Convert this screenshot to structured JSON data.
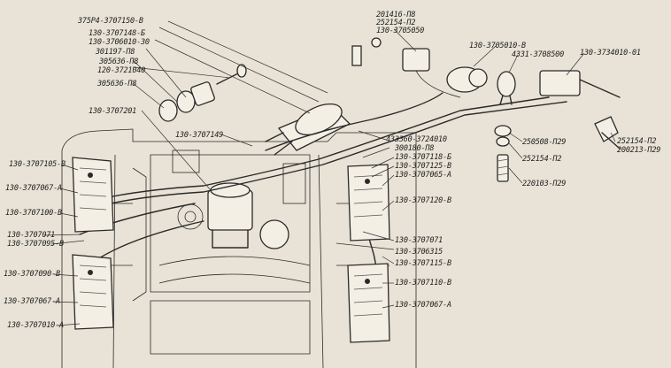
{
  "labels": {
    "top1": "375Р4-3707150-В",
    "top2": "130-3707148-Б",
    "top3": "130-3706010-30",
    "top4": "301197-П8",
    "top5": "305636-П8",
    "top6": "120-3721040",
    "top7": "305636-П8",
    "mid_left": "130-3707201",
    "harness": "130-3707149",
    "right_top1": "201416-П8",
    "right_top2": "252154-П2",
    "right_top3": "130-3705050",
    "switch": "130-3705010-В",
    "bulb": "4331-3708500",
    "relay": "130-3734010-01",
    "r1": "433360-3724010",
    "r2": "300180-П8",
    "r3": "130-3707118-Б",
    "r4": "130-3707125-В",
    "r5": "130-3707065-А",
    "r6": "130-3707120-В",
    "r7": "130-3707071",
    "r8": "130-3706315",
    "r9": "130-3707115-В",
    "r10": "130-3707110-В",
    "r11": "130-3707067-А",
    "bolt1": "250508-П29",
    "bolt2": "252154-П2",
    "bolt3": "220103-П29",
    "rb1": "252154-П2",
    "rb2": "200213-П29",
    "l1": "130-3707105-В",
    "l2": "130-3707067-А",
    "l3": "130-3707100-В",
    "l4": "130-3707071",
    "l5": "130-3707095-В",
    "l6": "130-3707090-В",
    "l7": "130-3707067-А",
    "l8": "130-3707010-А"
  }
}
